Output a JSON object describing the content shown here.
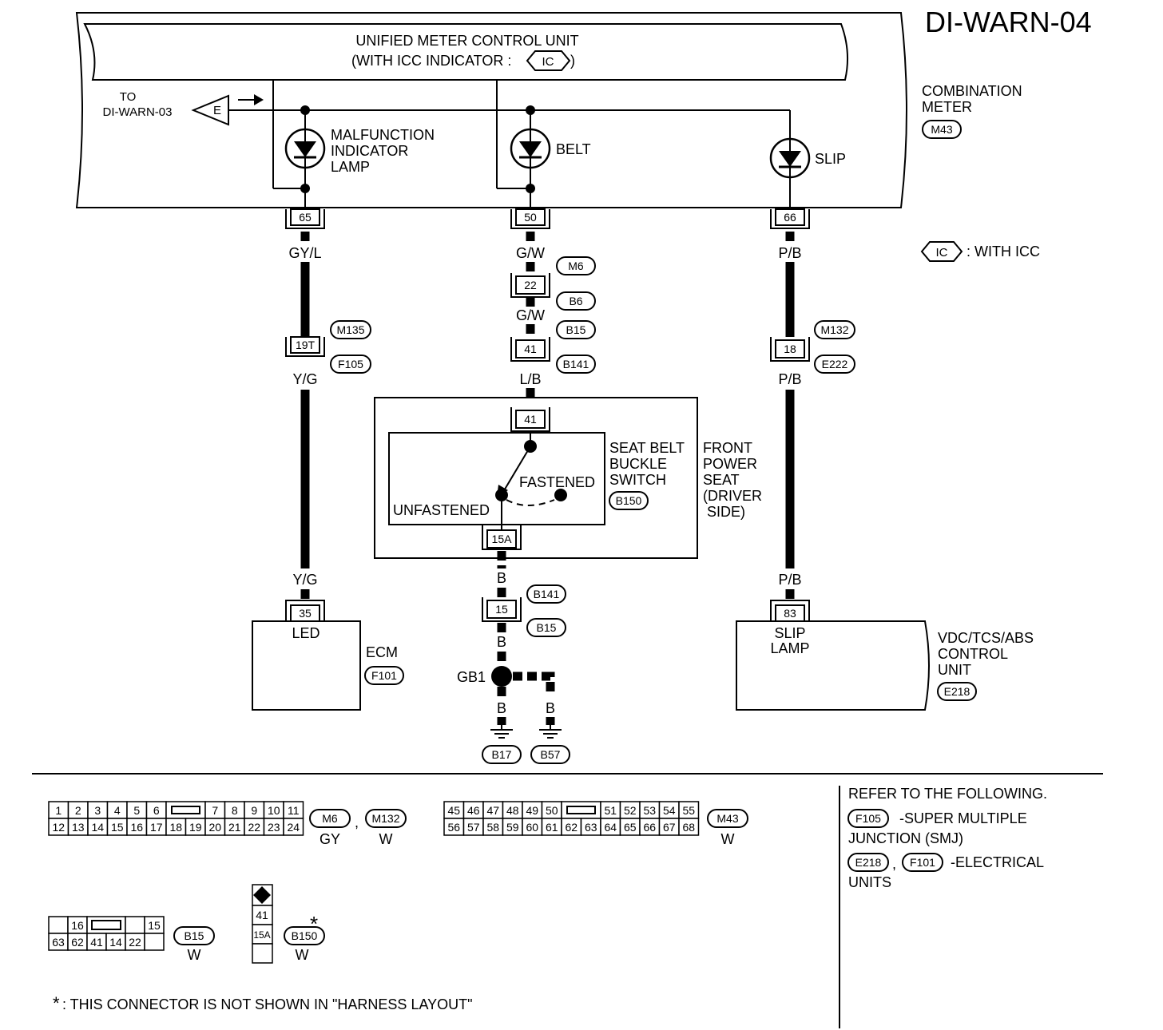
{
  "page": {
    "title": "DI-WARN-04"
  },
  "meter": {
    "unit_line1": "UNIFIED METER CONTROL UNIT",
    "unit_line2_prefix": "(WITH ICC INDICATOR : ",
    "unit_line2_suffix": ")",
    "ic_tag": "IC",
    "to_line1": "TO",
    "to_line2": "DI-WARN-03",
    "e_tag": "E",
    "combination_line1": "COMBINATION",
    "combination_line2": "METER",
    "combination_conn": "M43",
    "lamps": {
      "malfunction_line1": "MALFUNCTION",
      "malfunction_line2": "INDICATOR",
      "malfunction_line3": "LAMP",
      "belt": "BELT",
      "slip": "SLIP"
    },
    "terminals": {
      "left": "65",
      "mid": "50",
      "right": "66"
    }
  },
  "legend": {
    "ic_tag": "IC",
    "ic_text": ": WITH ICC"
  },
  "left_circuit": {
    "wire_top": "GY/L",
    "joint_no": "19T",
    "joint_conn_top": "M135",
    "joint_conn_bottom": "F105",
    "wire_mid": "Y/G",
    "wire_bottom": "Y/G",
    "ecm_terminal": "35",
    "ecm_pin_label": "LED",
    "ecm_name": "ECM",
    "ecm_conn": "F101"
  },
  "mid_circuit": {
    "wire1": "G/W",
    "conn_a": "M6",
    "joint_a_no": "22",
    "conn_b": "B6",
    "wire2": "G/W",
    "conn_c": "B15",
    "joint_b_no": "41",
    "conn_d": "B141",
    "wire3": "L/B",
    "switch_terminal_top": "41",
    "switch_name_line1": "SEAT BELT",
    "switch_name_line2": "BUCKLE",
    "switch_name_line3": "SWITCH",
    "switch_conn": "B150",
    "fastened": "FASTENED",
    "unfastened": "UNFASTENED",
    "seat_line1": "FRONT",
    "seat_line2": "POWER",
    "seat_line3": "SEAT",
    "seat_line4": "(DRIVER",
    "seat_line5": "SIDE)",
    "switch_terminal_bottom": "15A",
    "wire4": "B",
    "conn_e": "B141",
    "joint_c_no": "15",
    "conn_f": "B15",
    "wire5": "B",
    "ground_point": "GB1",
    "wire6": "B",
    "wire7": "B",
    "ground1": "B17",
    "ground2": "B57"
  },
  "right_circuit": {
    "wire_top": "P/B",
    "joint_no": "18",
    "joint_conn_top": "M132",
    "joint_conn_bottom": "E222",
    "wire_mid": "P/B",
    "wire_bottom": "P/B",
    "vdc_terminal": "83",
    "vdc_pin_line1": "SLIP",
    "vdc_pin_line2": "LAMP",
    "vdc_line1": "VDC/TCS/ABS",
    "vdc_line2": "CONTROL",
    "vdc_line3": "UNIT",
    "vdc_conn": "E218"
  },
  "connectors": {
    "m6_row1": [
      "1",
      "2",
      "3",
      "4",
      "5",
      "6",
      "",
      "7",
      "8",
      "9",
      "10",
      "11"
    ],
    "m6_row2": [
      "12",
      "13",
      "14",
      "15",
      "16",
      "17",
      "18",
      "19",
      "20",
      "21",
      "22",
      "23",
      "24"
    ],
    "m6_tag": "M6",
    "m6_color": "GY",
    "comma": ",",
    "m132_tag": "M132",
    "m132_color": "W",
    "m43_row1": [
      "45",
      "46",
      "47",
      "48",
      "49",
      "50",
      "",
      "51",
      "52",
      "53",
      "54",
      "55"
    ],
    "m43_row2": [
      "56",
      "57",
      "58",
      "59",
      "60",
      "61",
      "62",
      "63",
      "64",
      "65",
      "66",
      "67",
      "68"
    ],
    "m43_tag": "M43",
    "m43_color": "W",
    "b15_row1": [
      "",
      "16",
      "",
      "",
      "15"
    ],
    "b15_row2": [
      "63",
      "62",
      "41",
      "14",
      "22",
      ""
    ],
    "b15_tag": "B15",
    "b15_color": "W",
    "b150_cells": [
      "41",
      "15A"
    ],
    "b150_tag": "B150",
    "b150_color": "W",
    "star": "*"
  },
  "refer": {
    "heading": "REFER TO THE FOLLOWING.",
    "f105_tag": "F105",
    "f105_line1": "-SUPER MULTIPLE",
    "f105_line2": "JUNCTION (SMJ)",
    "e218_tag": "E218",
    "comma": ",",
    "f101_tag": "F101",
    "units_line1": "-ELECTRICAL",
    "units_line2": "UNITS"
  },
  "footnote": {
    "star": "*",
    "text": ": THIS CONNECTOR IS NOT SHOWN IN \"HARNESS LAYOUT\""
  }
}
